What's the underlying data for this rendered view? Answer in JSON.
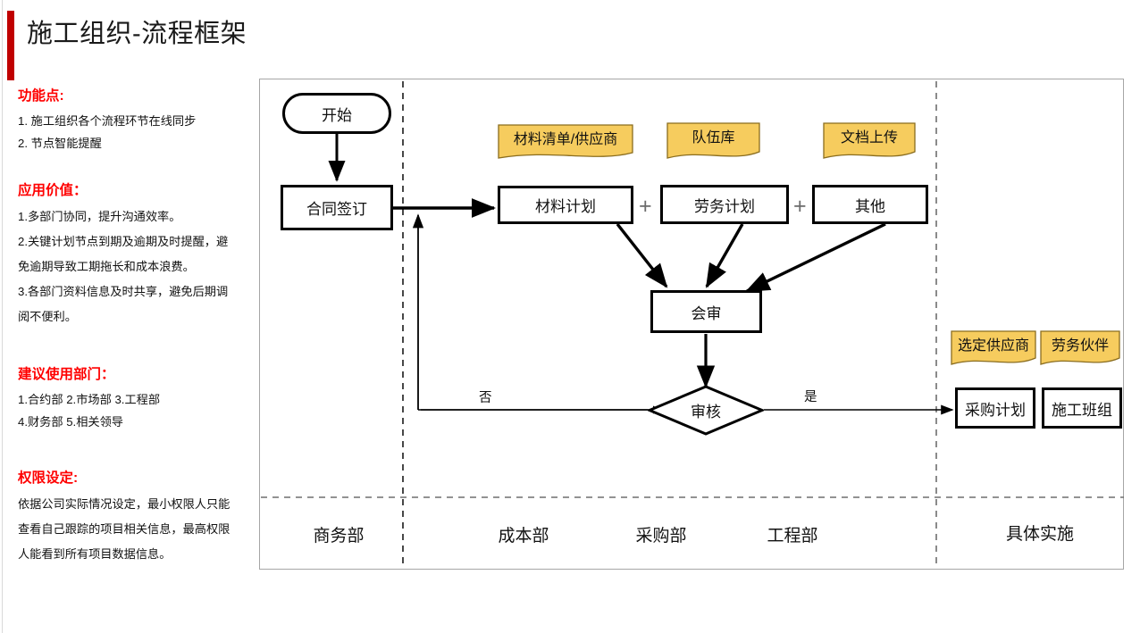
{
  "page": {
    "title": "施工组织-流程框架",
    "accent_color": "#c00000",
    "heading_color": "#ff0000"
  },
  "info": {
    "blocks": [
      {
        "heading": "功能点:",
        "lines": [
          "1. 施工组织各个流程环节在线同步",
          "2. 节点智能提醒"
        ]
      },
      {
        "heading": "应用价值：",
        "lines": [
          "1.多部门协同，提升沟通效率。",
          "2.关键计划节点到期及逾期及时提醒，避",
          "免逾期导致工期拖长和成本浪费。",
          "3.各部门资料信息及时共享，避免后期调",
          "阅不便利。"
        ]
      },
      {
        "heading": "建议使用部门：",
        "lines": [
          "1.合约部 2.市场部 3.工程部",
          "4.财务部 5.相关领导"
        ]
      },
      {
        "heading": "权限设定:",
        "lines": [
          "依据公司实际情况设定，最小权限人只能",
          "查看自己跟踪的项目相关信息，最高权限",
          "人能看到所有项目数据信息。"
        ]
      }
    ]
  },
  "flow": {
    "nodes": {
      "start": "开始",
      "contract": "合同签订",
      "material_plan": "材料计划",
      "labor_plan": "劳务计划",
      "other_plan": "其他",
      "joint_review": "会审",
      "audit": "审核",
      "purchase_plan": "采购计划",
      "construction_team": "施工班组"
    },
    "notes": {
      "material_list": "材料清单/供应商",
      "team_library": "队伍库",
      "doc_upload": "文档上传",
      "selected_supplier": "选定供应商",
      "labor_partner": "劳务伙伴"
    },
    "operators": {
      "plus_1": "+",
      "plus_2": "+"
    },
    "edge_labels": {
      "no": "否",
      "yes": "是"
    },
    "note_color": "#f6cc5e",
    "note_border": "#a6862a",
    "lanes": [
      "商务部",
      "成本部",
      "采购部",
      "工程部",
      "具体实施"
    ]
  }
}
